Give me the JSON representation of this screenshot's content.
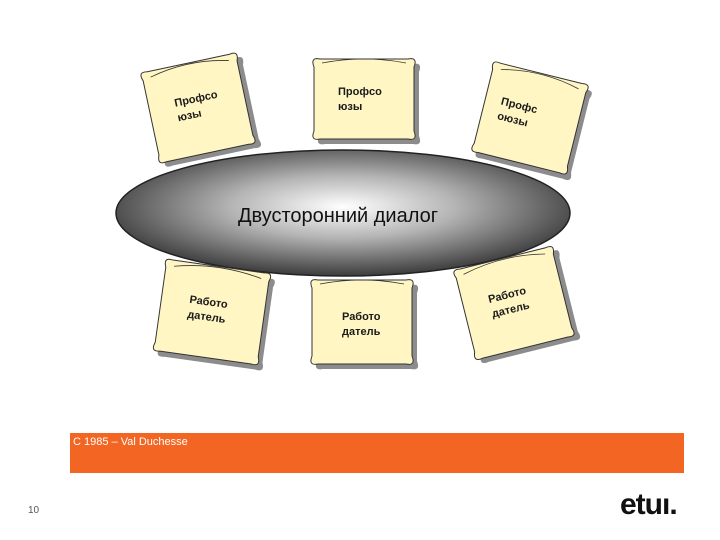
{
  "diagram": {
    "table_label": "Двусторонний диалог",
    "chairs": [
      {
        "role": "union",
        "lines": [
          "Профсо",
          "юзы"
        ]
      },
      {
        "role": "union",
        "lines": [
          "Профсо",
          "юзы"
        ]
      },
      {
        "role": "union",
        "lines": [
          "Профс",
          "оюзы"
        ]
      },
      {
        "role": "employer",
        "lines": [
          "Работо",
          "датель"
        ]
      },
      {
        "role": "employer",
        "lines": [
          "Работо",
          "датель"
        ]
      },
      {
        "role": "employer",
        "lines": [
          "Работо",
          "датель"
        ]
      }
    ]
  },
  "footer": {
    "caption": "C 1985 – Val Duchesse",
    "page_number": "10",
    "logo": "etuı."
  },
  "colors": {
    "chair_fill": "#fff6c4",
    "chair_shadow": "#8c8c8c",
    "table_light": "#ffffff",
    "table_dark": "#3c3c3c",
    "footer_band": "#f26522"
  }
}
